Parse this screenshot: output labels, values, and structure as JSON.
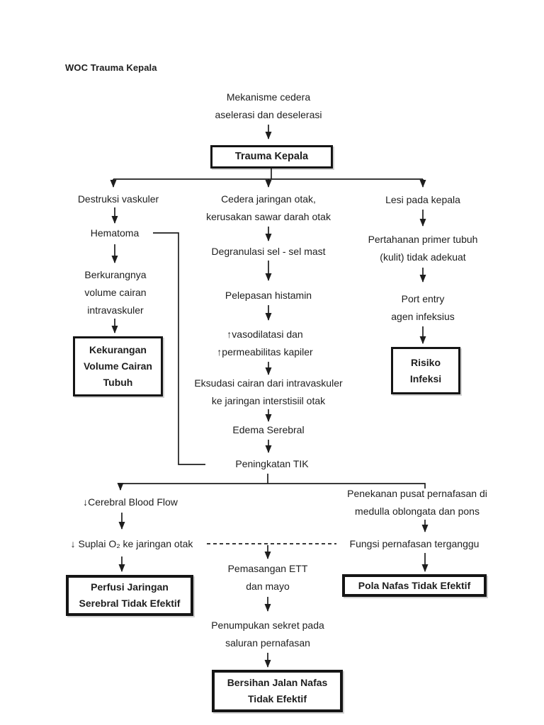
{
  "page": {
    "title": "WOC Trauma Kepala",
    "background_color": "#ffffff",
    "text_color": "#1e1e1e",
    "line_color": "#1e1e1e"
  },
  "nodes": {
    "mekanisme": {
      "lines": [
        "Mekanisme cedera",
        "aselerasi dan deselerasi"
      ]
    },
    "trauma_kepala": {
      "label": "Trauma Kepala"
    },
    "destruksi": {
      "label": "Destruksi vaskuler"
    },
    "cedera": {
      "lines": [
        "Cedera jaringan otak,",
        "kerusakan sawar darah otak"
      ]
    },
    "lesi": {
      "label": "Lesi pada kepala"
    },
    "hematoma": {
      "label": "Hematoma"
    },
    "pertahanan": {
      "lines": [
        "Pertahanan primer tubuh",
        "(kulit) tidak adekuat"
      ]
    },
    "degranulasi": {
      "label": "Degranulasi sel - sel mast"
    },
    "berkurangnya": {
      "lines": [
        "Berkurangnya",
        "volume cairan",
        "intravaskuler"
      ]
    },
    "pelepasan": {
      "label": "Pelepasan histamin"
    },
    "port_entry": {
      "lines": [
        "Port entry",
        "agen infeksius"
      ]
    },
    "vasodilatasi": {
      "lines": [
        "↑vasodilatasi dan",
        "↑permeabilitas kapiler"
      ]
    },
    "kekurangan": {
      "lines": [
        "Kekurangan",
        "Volume Cairan",
        "Tubuh"
      ]
    },
    "risiko": {
      "lines": [
        "Risiko",
        "Infeksi"
      ]
    },
    "eksudasi": {
      "lines": [
        "Eksudasi cairan dari intravaskuler",
        "ke jaringan interstisiil otak"
      ]
    },
    "edema": {
      "label": "Edema Serebral"
    },
    "peningkatan_tik": {
      "label": "Peningkatan TIK"
    },
    "cerebral": {
      "label": "↓Cerebral Blood Flow"
    },
    "penekanan": {
      "lines": [
        "Penekanan pusat pernafasan di",
        "medulla oblongata dan pons"
      ]
    },
    "suplai": {
      "label": "↓ Suplai O₂ ke jaringan otak"
    },
    "fungsi": {
      "label": "Fungsi pernafasan terganggu"
    },
    "perfusi": {
      "lines": [
        "Perfusi Jaringan",
        "Serebral Tidak Efektif"
      ]
    },
    "pemasangan": {
      "lines": [
        "Pemasangan ETT",
        "dan mayo"
      ]
    },
    "pola_nafas": {
      "label": "Pola Nafas Tidak Efektif"
    },
    "penumpukan": {
      "lines": [
        "Penumpukan sekret pada",
        "saluran pernafasan"
      ]
    },
    "bersihan": {
      "lines": [
        "Bersihan Jalan Nafas",
        "Tidak Efektif"
      ]
    }
  }
}
